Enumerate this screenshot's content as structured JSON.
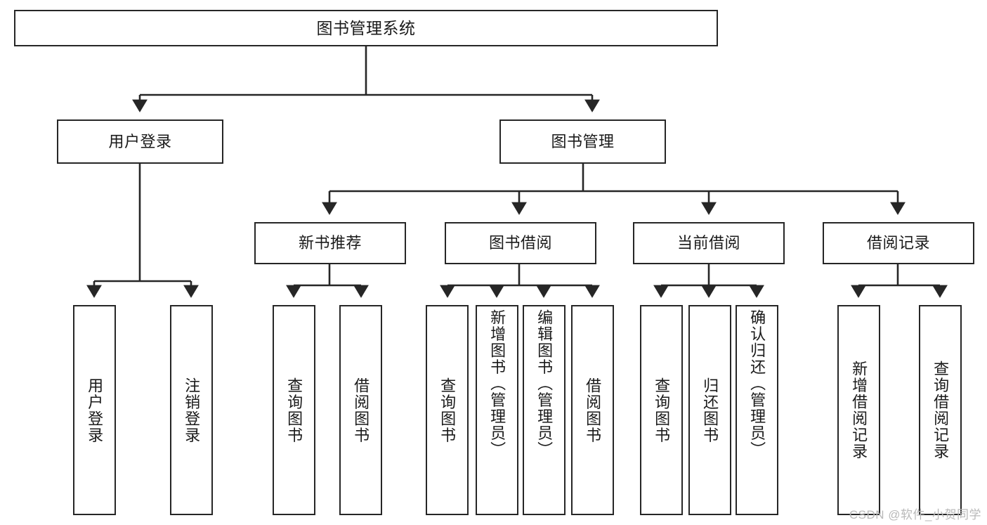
{
  "diagram": {
    "title": "图书管理系统",
    "type": "tree-hierarchy-chart",
    "colors": {
      "box_border": "#262626",
      "box_fill": "#ffffff",
      "connector": "#262626",
      "text": "#1a1a1a",
      "watermark": "#b9b9b9",
      "background": "#ffffff"
    }
  },
  "watermark": {
    "text": "CSDN @软件_小贺同学"
  },
  "nodes": {
    "root": {
      "label": "图书管理系统"
    },
    "level2": [
      {
        "label": "用户登录"
      },
      {
        "label": "图书管理"
      }
    ],
    "level3": [
      {
        "label": "新书推荐"
      },
      {
        "label": "图书借阅"
      },
      {
        "label": "当前借阅"
      },
      {
        "label": "借阅记录"
      }
    ],
    "leaves": {
      "user_login": [
        {
          "label": "用户登录"
        },
        {
          "label": "注销登录"
        }
      ],
      "new_book_recommend": [
        {
          "label": "查询图书"
        },
        {
          "label": "借阅图书"
        }
      ],
      "book_borrow": [
        {
          "label": "查询图书"
        },
        {
          "label": "新增图书（管理员）"
        },
        {
          "label": "编辑图书（管理员）"
        },
        {
          "label": "借阅图书"
        }
      ],
      "current_borrow": [
        {
          "label": "查询图书"
        },
        {
          "label": "归还图书"
        },
        {
          "label": "确认归还（管理员）"
        }
      ],
      "borrow_record": [
        {
          "label": "新增借阅记录"
        },
        {
          "label": "查询借阅记录"
        }
      ]
    }
  }
}
